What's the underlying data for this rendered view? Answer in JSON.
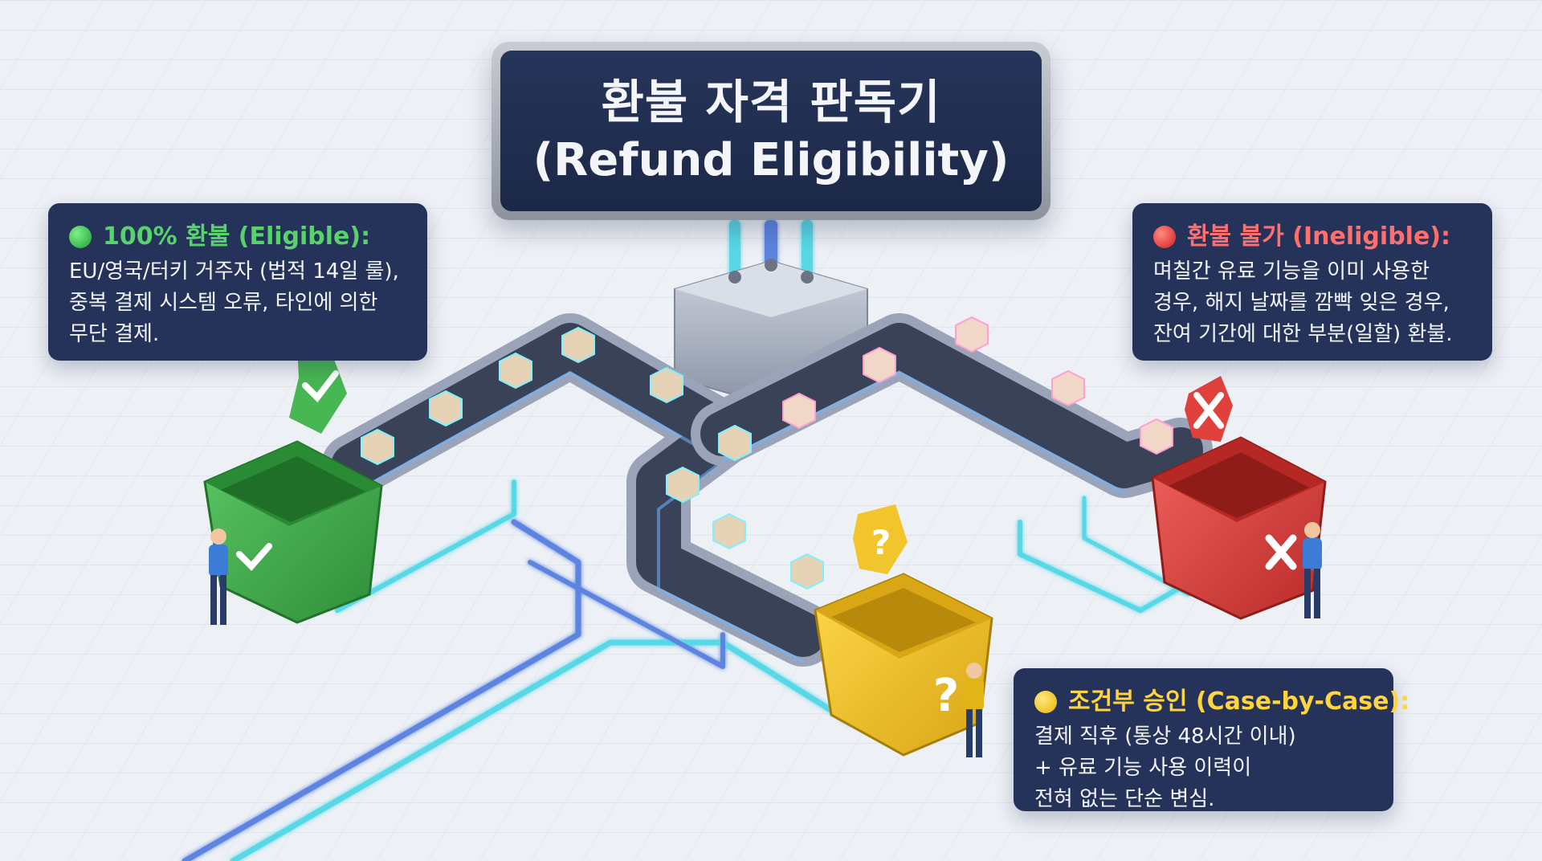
{
  "title": {
    "line1": "환불 자격 판독기",
    "line2": "(Refund Eligibility)"
  },
  "callouts": {
    "eligible": {
      "heading": "100% 환불 (Eligible):",
      "lines": [
        "EU/영국/터키 거주자 (법적 14일 룰),",
        "중복 결제 시스템 오류, 타인에 의한",
        "무단 결제."
      ],
      "color": "#58d36c"
    },
    "ineligible": {
      "heading": "환불 불가 (Ineligible):",
      "lines": [
        "며칠간 유료 기능을 이미 사용한",
        "경우, 해지 날짜를 깜빡 잊은 경우,",
        "잔여 기간에 대한 부분(일할) 환불."
      ],
      "color": "#ff6f6f"
    },
    "case": {
      "heading": "조건부 승인 (Case-by-Case):",
      "lines": [
        "결제 직후 (통상 48시간 이내)",
        "+ 유료 기능 사용 이력이",
        "전혀 없는 단순 변심."
      ],
      "color": "#ffd43d"
    }
  },
  "bins": {
    "eligible": {
      "color": "#3fae4a",
      "icon": "check-icon"
    },
    "ineligible": {
      "color": "#e0413c",
      "icon": "x-icon"
    },
    "case": {
      "color": "#f1c52b",
      "icon": "question-icon"
    }
  },
  "accent": {
    "pipe": "#59d8e6",
    "pipe_blue": "#5b84e0",
    "belt": "#3a4257",
    "panel": "#25335a"
  }
}
